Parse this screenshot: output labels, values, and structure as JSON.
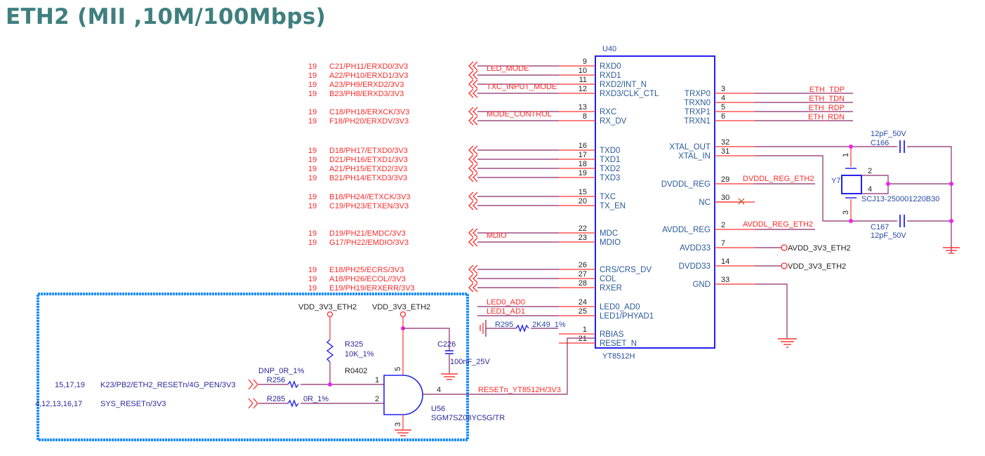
{
  "title": "ETH2 (MII ,10M/100Mbps)",
  "phy": {
    "ref": "U40",
    "part": "YT8512H",
    "left_pins": [
      {
        "num": "9",
        "name": "RXD0",
        "net_page": "19",
        "net": "C21/PH11/ERXD0/3V3",
        "strap": "LED_MODE"
      },
      {
        "num": "10",
        "name": "RXD1",
        "net_page": "19",
        "net": "A22/PH10/ERXD1/3V3",
        "strap": ""
      },
      {
        "num": "11",
        "name": "RXD2/INT_N",
        "net_page": "19",
        "net": "A23/PH9/ERXD2/3V3",
        "strap": "TXC_INPUT_MODE"
      },
      {
        "num": "12",
        "name": "RXD3/CLK_CTL",
        "net_page": "19",
        "net": "B23/PH8/ERXD3/3V3",
        "strap": ""
      },
      {
        "num": "13",
        "name": "RXC",
        "net_page": "19",
        "net": "C18/PH18/ERXCK/3V3",
        "strap": "MODE_CONTROL"
      },
      {
        "num": "8",
        "name": "RX_DV",
        "net_page": "19",
        "net": "F18/PH20/ERXDV/3V3",
        "strap": ""
      },
      {
        "num": "16",
        "name": "TXD0",
        "net_page": "19",
        "net": "D18/PH17/ETXD0/3V3",
        "strap": ""
      },
      {
        "num": "17",
        "name": "TXD1",
        "net_page": "19",
        "net": "D21/PH16/ETXD1/3V3",
        "strap": ""
      },
      {
        "num": "18",
        "name": "TXD2",
        "net_page": "19",
        "net": "A21/PH15/ETXD2/3V3",
        "strap": ""
      },
      {
        "num": "19",
        "name": "TXD3",
        "net_page": "19",
        "net": "B21/PH14/ETXD3/3V3",
        "strap": ""
      },
      {
        "num": "15",
        "name": "TXC",
        "net_page": "19",
        "net": "B18/PH24//ETXCK/3V3",
        "strap": ""
      },
      {
        "num": "20",
        "name": "TX_EN",
        "net_page": "19",
        "net": "C19/PH23/ETXEN/3V3",
        "strap": ""
      },
      {
        "num": "22",
        "name": "MDC",
        "net_page": "19",
        "net": "D19/PH21/EMDC/3V3",
        "strap": "MDIO"
      },
      {
        "num": "23",
        "name": "MDIO",
        "net_page": "19",
        "net": "G17/PH22/EMDIO/3V3",
        "strap": ""
      },
      {
        "num": "26",
        "name": "CRS/CRS_DV",
        "net_page": "19",
        "net": "E18/PH25/ECRS/3V3",
        "strap": ""
      },
      {
        "num": "27",
        "name": "COL",
        "net_page": "19",
        "net": "A18/PH26/ECOL//3V3",
        "strap": ""
      },
      {
        "num": "28",
        "name": "RXER",
        "net_page": "19",
        "net": "E19/PH19/ERXERR/3V3",
        "strap": ""
      },
      {
        "num": "24",
        "name": "LED0_AD0",
        "net": "LED0_AD0"
      },
      {
        "num": "25",
        "name": "LED1/PHYAD1",
        "net": "LED1_AD1"
      },
      {
        "num": "1",
        "name": "RBIAS",
        "net": ""
      },
      {
        "num": "21",
        "name": "RESET_N",
        "net": ""
      }
    ],
    "right_pins": [
      {
        "num": "3",
        "name": "TRXP0",
        "net": "ETH_TDP"
      },
      {
        "num": "4",
        "name": "TRXN0",
        "net": "ETH_TDN"
      },
      {
        "num": "5",
        "name": "TRXP1",
        "net": "ETH_RDP"
      },
      {
        "num": "6",
        "name": "TRXN1",
        "net": "ETH_RDN"
      },
      {
        "num": "32",
        "name": "XTAL_OUT",
        "net": ""
      },
      {
        "num": "31",
        "name": "XTAL_IN",
        "net": ""
      },
      {
        "num": "29",
        "name": "DVDDL_REG",
        "net": "DVDDL_REG_ETH2"
      },
      {
        "num": "30",
        "name": "NC",
        "net": ""
      },
      {
        "num": "2",
        "name": "AVDDL_REG",
        "net": "AVDDL_REG_ETH2"
      },
      {
        "num": "7",
        "name": "AVDD33",
        "net": "AVDD_3V3_ETH2"
      },
      {
        "num": "14",
        "name": "DVDD33",
        "net": "VDD_3V3_ETH2"
      },
      {
        "num": "33",
        "name": "GND",
        "net": ""
      }
    ]
  },
  "crystal": {
    "ref": "Y7",
    "part": "SCJ13-250001220B30",
    "pins": [
      "1",
      "2",
      "4",
      "3"
    ],
    "c_top": {
      "ref": "C166",
      "value": "12pF_50V"
    },
    "c_bot": {
      "ref": "C167",
      "value": "12pF_50V"
    }
  },
  "rbias": {
    "ref": "R295",
    "value": "2K49_1%"
  },
  "reset_block": {
    "inputs": [
      {
        "pages": "15,17,19",
        "net": "K23/PB2/ETH2_RESETn/4G_PEN/3V3",
        "res_ref": "R256",
        "res_value": "DNP_0R_1%"
      },
      {
        "pages": "4,12,13,16,17",
        "net": "SYS_RESETn/3V3",
        "res_ref": "R285",
        "res_value": "0R_1%"
      }
    ],
    "pullup": {
      "ref": "R325",
      "value": "10K_1%",
      "package": "R0402",
      "rail": "VDD_3V3_ETH2"
    },
    "gate": {
      "ref": "U56",
      "part": "SGM7SZ08YC5G/TR",
      "pins": [
        "1",
        "2",
        "4",
        "5",
        "3"
      ],
      "rail": "VDD_3V3_ETH2"
    },
    "decap": {
      "ref": "C226",
      "value": "100nF_25V"
    },
    "output_net": "RESETn_YT8512H/3V3"
  }
}
